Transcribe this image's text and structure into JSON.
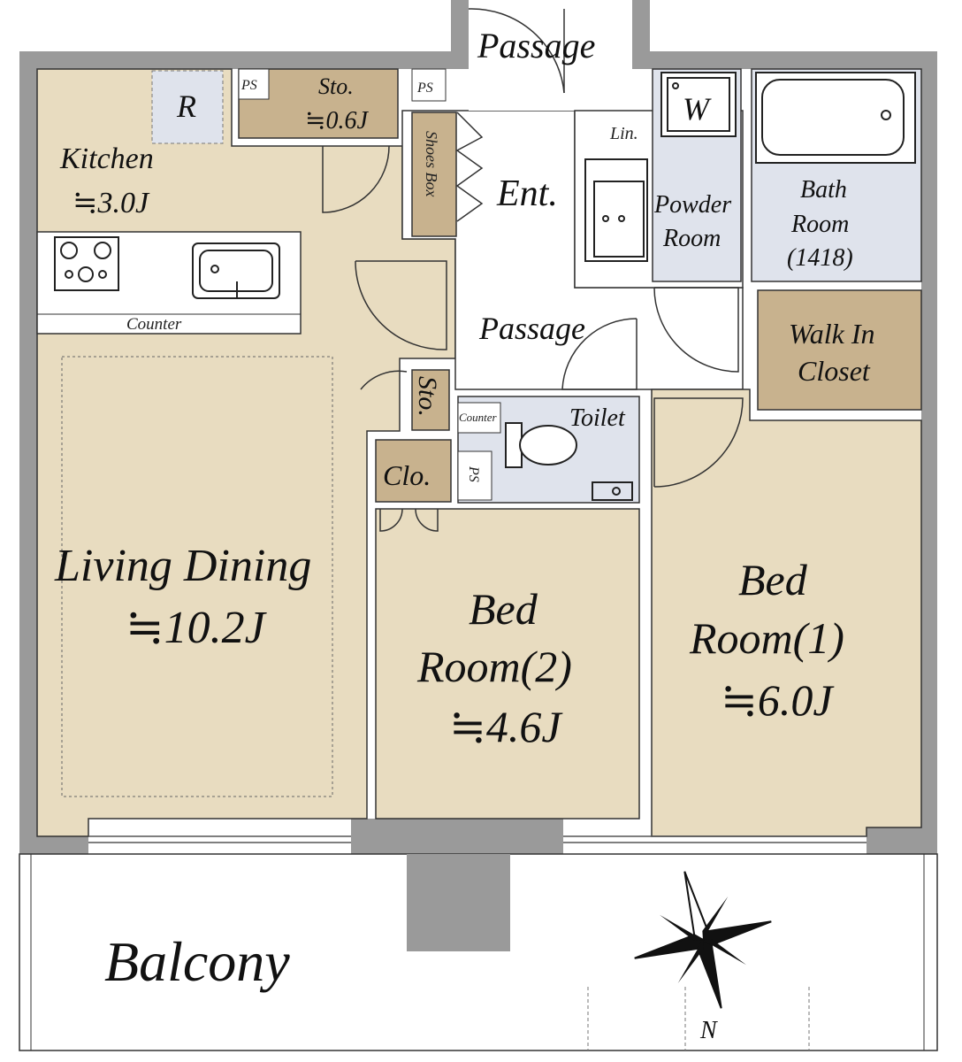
{
  "colors": {
    "wall": "#9a9a9a",
    "room_beige": "#e8dcc0",
    "storage_brown": "#c8b28e",
    "wet_blue": "#dfe3ec",
    "white": "#ffffff",
    "line": "#333333"
  },
  "labels": {
    "passage_top": "Passage",
    "passage_mid": "Passage",
    "r": "R",
    "ps_1": "PS",
    "ps_2": "PS",
    "ps_3": "PS",
    "sto_top_name": "Sto.",
    "sto_top_size": "≒0.6J",
    "kitchen_name": "Kitchen",
    "kitchen_size": "≒3.0J",
    "shoes_box": "Shoes Box",
    "entrance": "Ent.",
    "linen": "Lin.",
    "washer": "W",
    "powder_line1": "Powder",
    "powder_line2": "Room",
    "bath_line1": "Bath",
    "bath_line2": "Room",
    "bath_line3": "(1418)",
    "counter_kitchen": "Counter",
    "walk_in_line1": "Walk In",
    "walk_in_line2": "Closet",
    "sto_mid": "Sto.",
    "counter_toilet": "Counter",
    "toilet": "Toilet",
    "closet": "Clo.",
    "living_name": "Living Dining",
    "living_size": "≒10.2J",
    "bed2_line1": "Bed",
    "bed2_line2": "Room(2)",
    "bed2_size": "≒4.6J",
    "bed1_line1": "Bed",
    "bed1_line2": "Room(1)",
    "bed1_size": "≒6.0J",
    "balcony": "Balcony",
    "north": "N"
  },
  "icons": [
    "compass-rose-icon",
    "gas-stove-icon",
    "sink-icon",
    "bathtub-icon",
    "toilet-icon",
    "washbasin-icon",
    "washing-machine-icon"
  ]
}
